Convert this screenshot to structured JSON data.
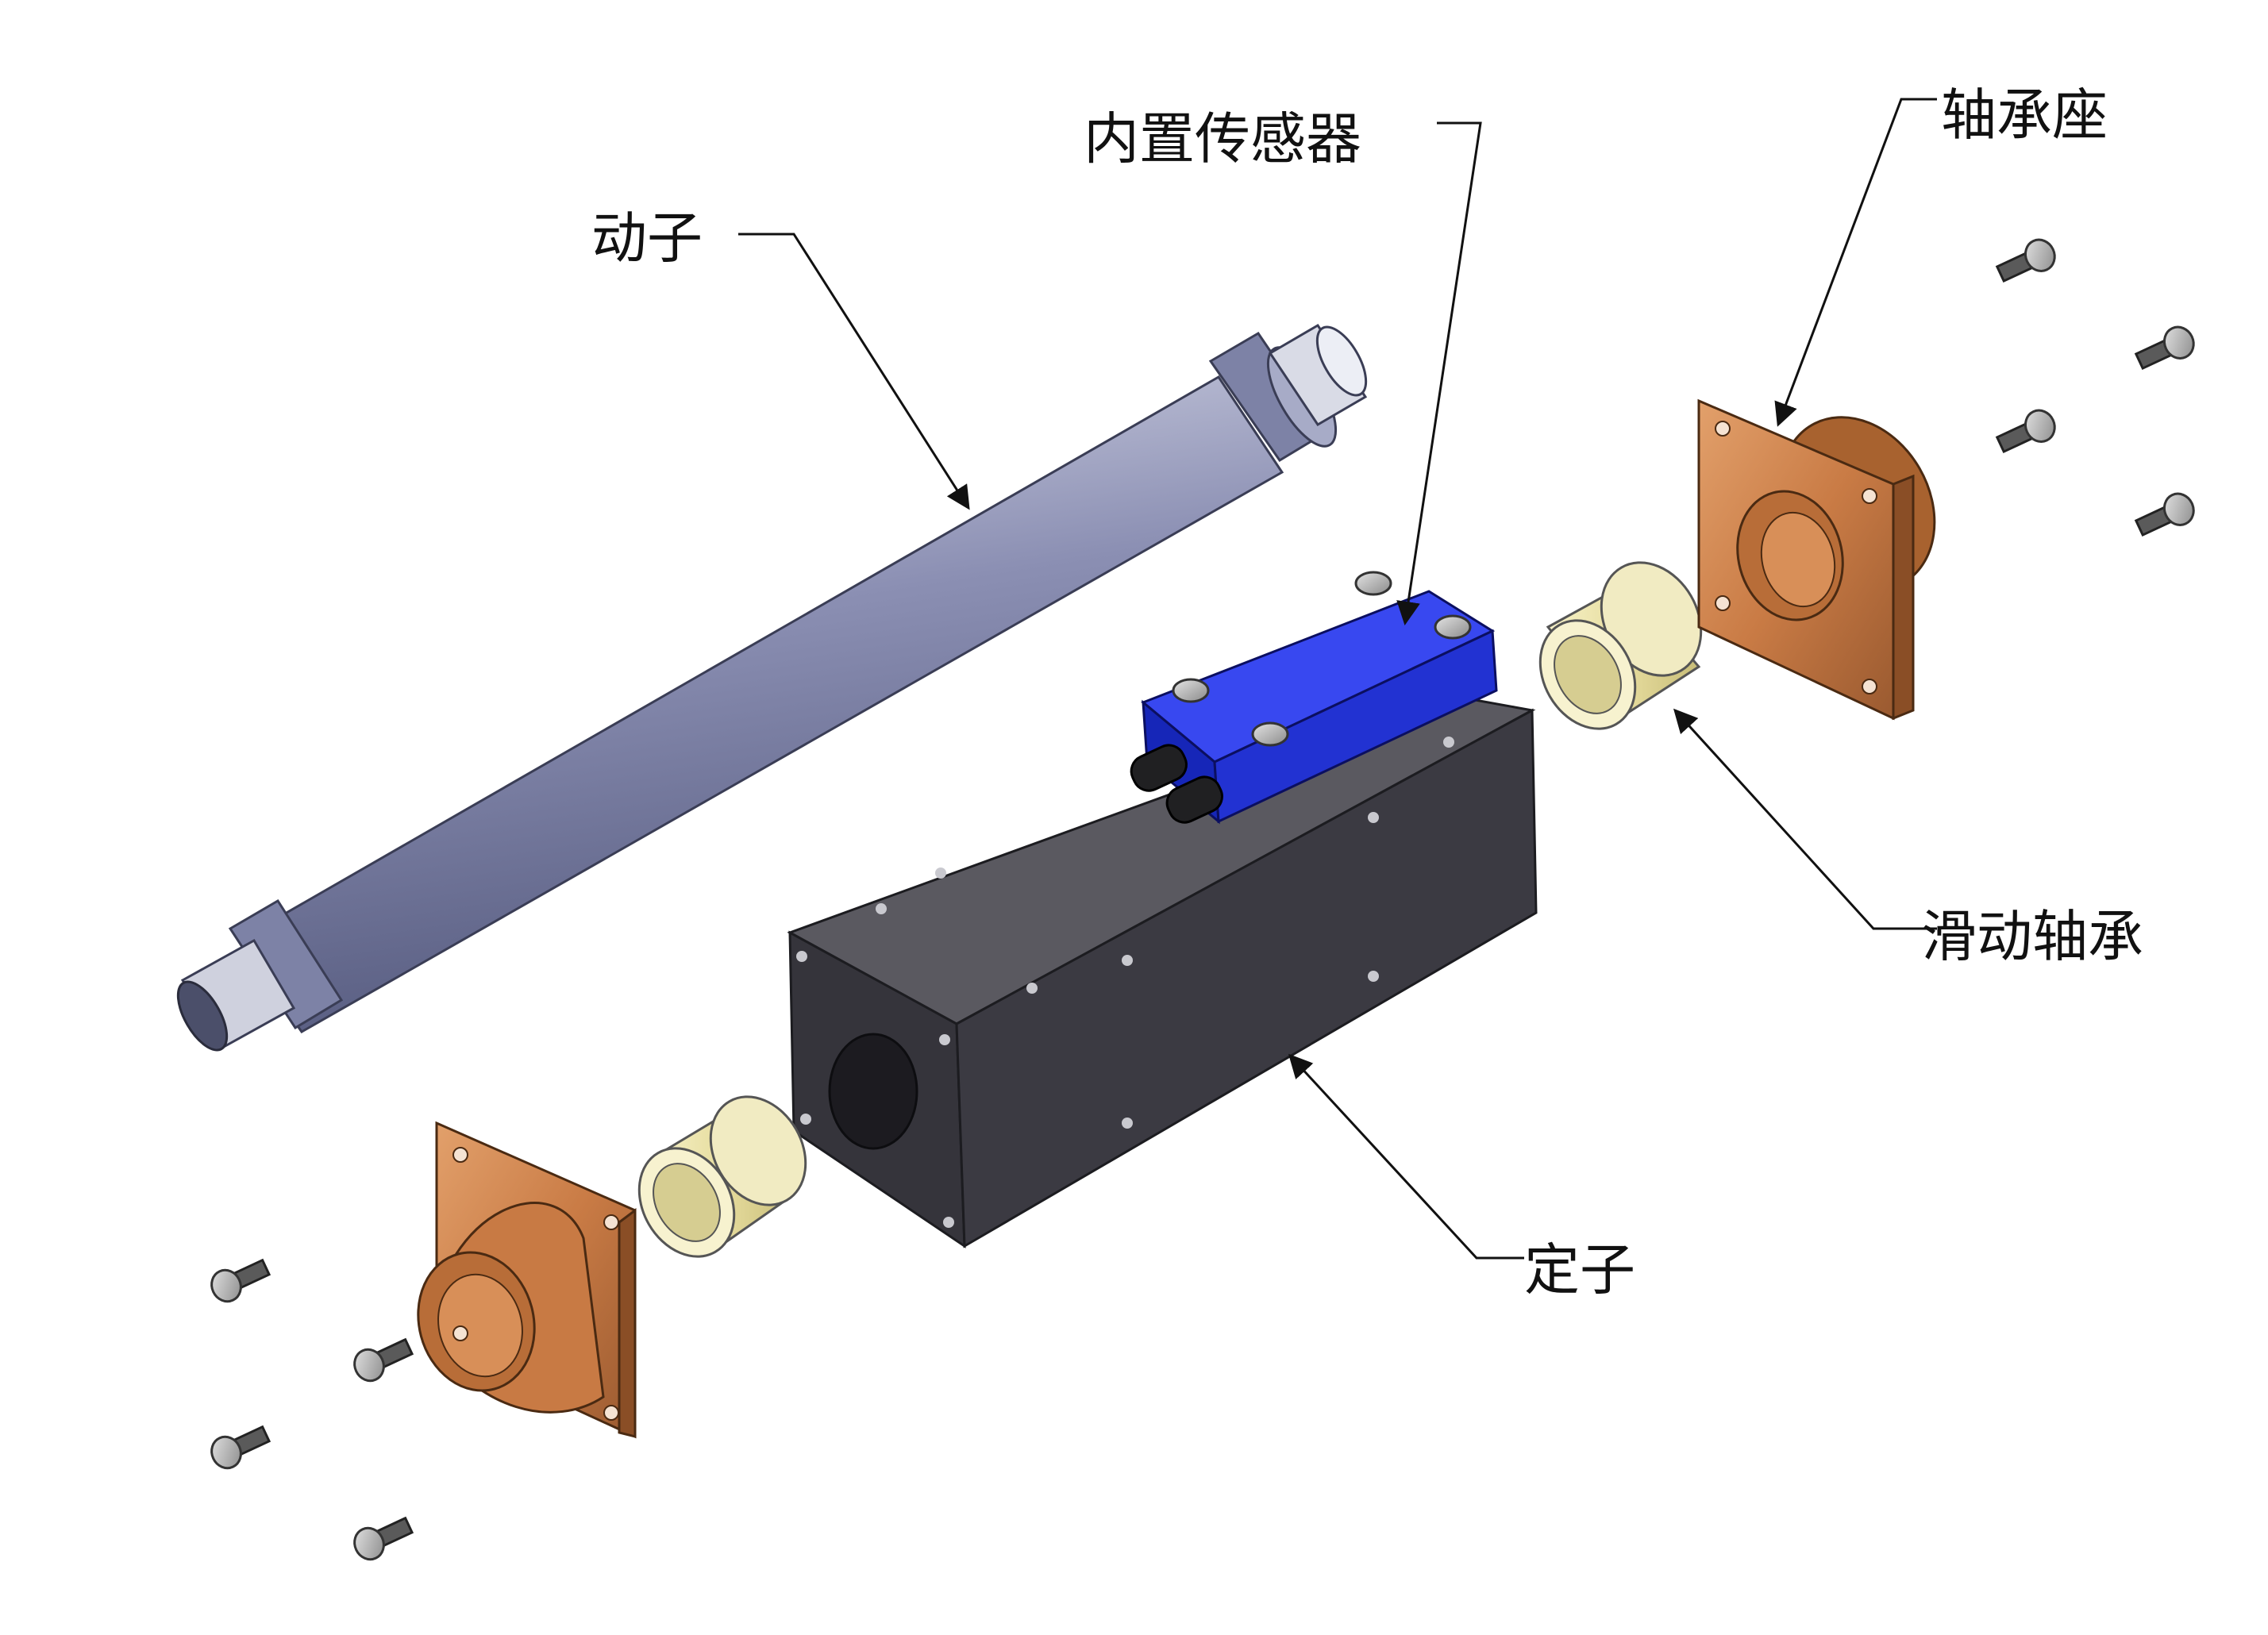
{
  "labels": {
    "rotor": "动子",
    "sensor": "内置传感器",
    "bearing_seat": "轴承座",
    "sliding_bearing": "滑动轴承",
    "stator": "定子"
  },
  "components": [
    {
      "name": "rotor-rod",
      "color": "#8a8fb0"
    },
    {
      "name": "built-in-sensor",
      "color": "#1f2bd8"
    },
    {
      "name": "stator-block",
      "color": "#3b3a42"
    },
    {
      "name": "bearing-seat",
      "color": "#c77a45"
    },
    {
      "name": "sliding-bearing",
      "color": "#e9e2a6"
    },
    {
      "name": "socket-head-screws",
      "color": "#9a9a9a"
    }
  ]
}
